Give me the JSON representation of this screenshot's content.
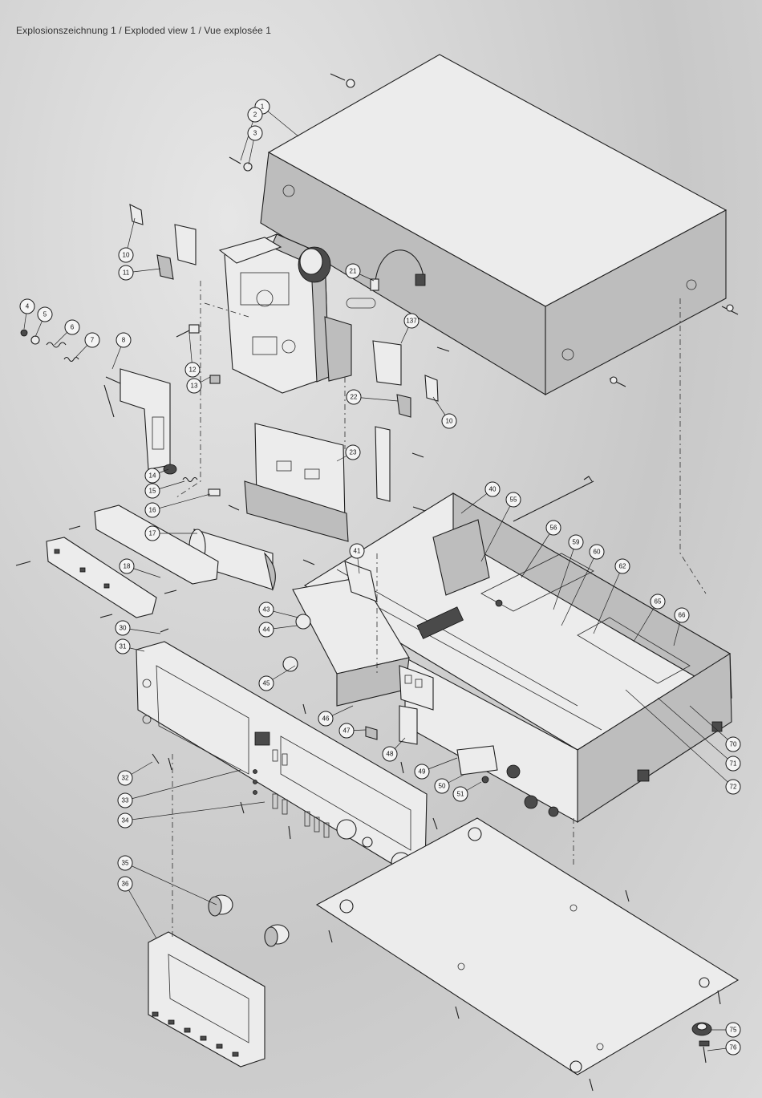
{
  "title": "Explosionszeichnung 1 / Exploded view 1 / Vue explosée 1",
  "callouts": [
    {
      "label": "1"
    },
    {
      "label": "2"
    },
    {
      "label": "3"
    },
    {
      "label": "4"
    },
    {
      "label": "5"
    },
    {
      "label": "6"
    },
    {
      "label": "7"
    },
    {
      "label": "8"
    },
    {
      "label": "10"
    },
    {
      "label": "11"
    },
    {
      "label": "12"
    },
    {
      "label": "13"
    },
    {
      "label": "14"
    },
    {
      "label": "15"
    },
    {
      "label": "16"
    },
    {
      "label": "17"
    },
    {
      "label": "18"
    },
    {
      "label": "21"
    },
    {
      "label": "137"
    },
    {
      "label": "22"
    },
    {
      "label": "10"
    },
    {
      "label": "23"
    },
    {
      "label": "40"
    },
    {
      "label": "55"
    },
    {
      "label": "56"
    },
    {
      "label": "59"
    },
    {
      "label": "60"
    },
    {
      "label": "62"
    },
    {
      "label": "65"
    },
    {
      "label": "66"
    },
    {
      "label": "41"
    },
    {
      "label": "43"
    },
    {
      "label": "44"
    },
    {
      "label": "30"
    },
    {
      "label": "31"
    },
    {
      "label": "45"
    },
    {
      "label": "46"
    },
    {
      "label": "47"
    },
    {
      "label": "48"
    },
    {
      "label": "49"
    },
    {
      "label": "50"
    },
    {
      "label": "51"
    },
    {
      "label": "70"
    },
    {
      "label": "71"
    },
    {
      "label": "72"
    },
    {
      "label": "32"
    },
    {
      "label": "33"
    },
    {
      "label": "34"
    },
    {
      "label": "35"
    },
    {
      "label": "36"
    },
    {
      "label": "75"
    },
    {
      "label": "76"
    }
  ]
}
